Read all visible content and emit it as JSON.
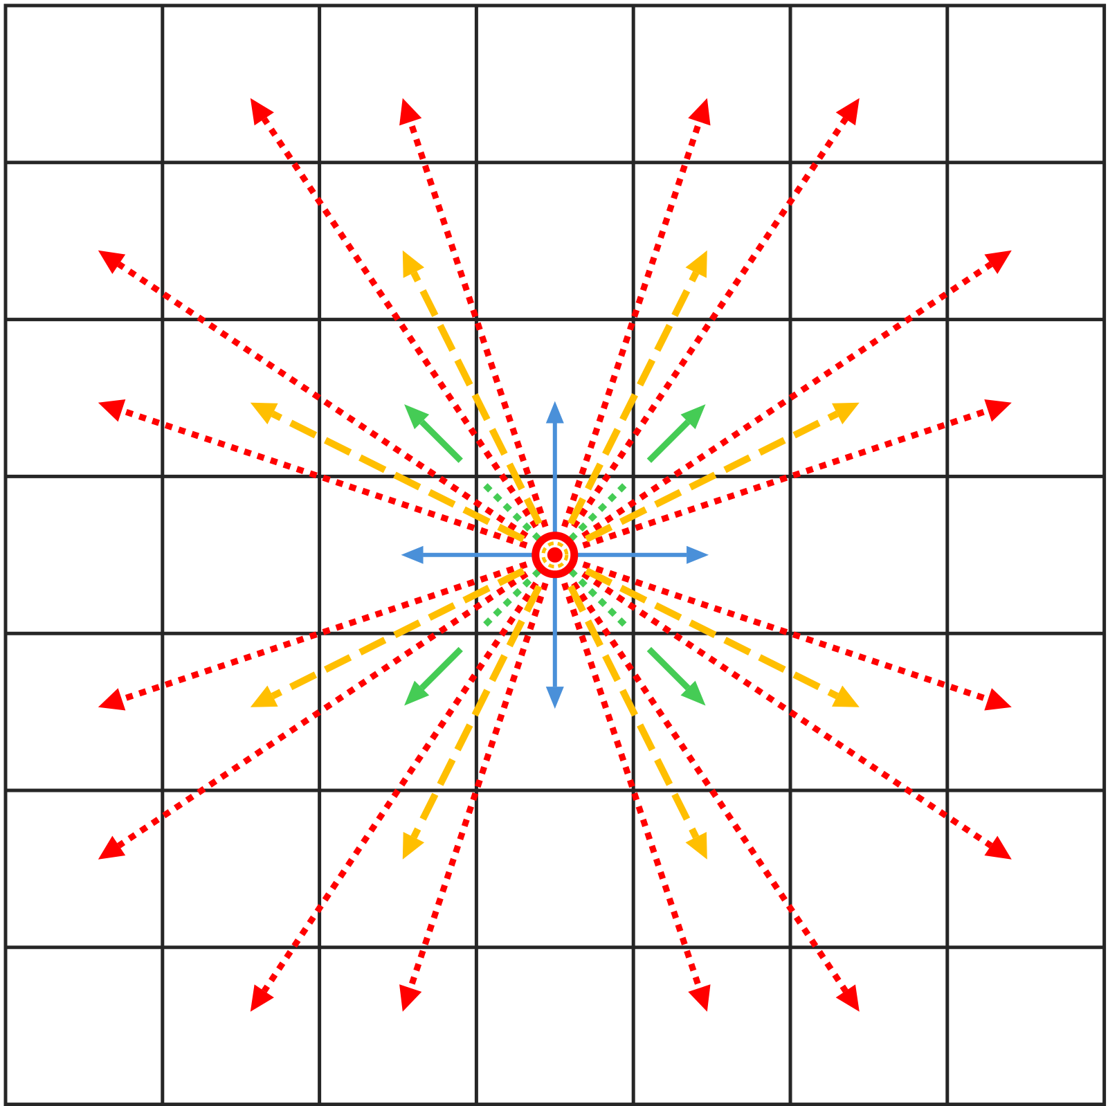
{
  "grid": {
    "rows": 7,
    "cols": 7,
    "line_color": "#262626"
  },
  "center_cell": {
    "row": 4,
    "col": 4
  },
  "groups": [
    {
      "name": "orthogonal-step",
      "color": "#4a90d9",
      "style": "solid",
      "vectors": [
        [
          0,
          -1
        ],
        [
          1,
          0
        ],
        [
          0,
          1
        ],
        [
          -1,
          0
        ]
      ],
      "length": 1
    },
    {
      "name": "diagonal-step",
      "color": "#45cc55",
      "style": "solid-with-dotted-base",
      "vectors": [
        [
          1,
          -1
        ],
        [
          1,
          1
        ],
        [
          -1,
          1
        ],
        [
          -1,
          -1
        ]
      ],
      "length": 1
    },
    {
      "name": "knight-step",
      "color": "#ffbf00",
      "style": "dashed",
      "vectors": [
        [
          1,
          -2
        ],
        [
          2,
          -1
        ],
        [
          2,
          1
        ],
        [
          1,
          2
        ],
        [
          -1,
          2
        ],
        [
          -2,
          1
        ],
        [
          -2,
          -1
        ],
        [
          -1,
          -2
        ]
      ],
      "length": 1
    },
    {
      "name": "long-step",
      "color": "#ff0000",
      "style": "dotted",
      "vectors": [
        [
          1,
          -3
        ],
        [
          2,
          -3
        ],
        [
          3,
          -2
        ],
        [
          3,
          -1
        ],
        [
          3,
          1
        ],
        [
          3,
          2
        ],
        [
          2,
          3
        ],
        [
          1,
          3
        ],
        [
          -1,
          3
        ],
        [
          -2,
          3
        ],
        [
          -3,
          2
        ],
        [
          -3,
          1
        ],
        [
          -3,
          -1
        ],
        [
          -3,
          -2
        ],
        [
          -2,
          -3
        ],
        [
          -1,
          -3
        ]
      ],
      "length": 1
    }
  ],
  "origin_marker": {
    "ring_color": "#ff0000",
    "inner_color": "#ffbf00",
    "dot_color": "#ff0000"
  }
}
